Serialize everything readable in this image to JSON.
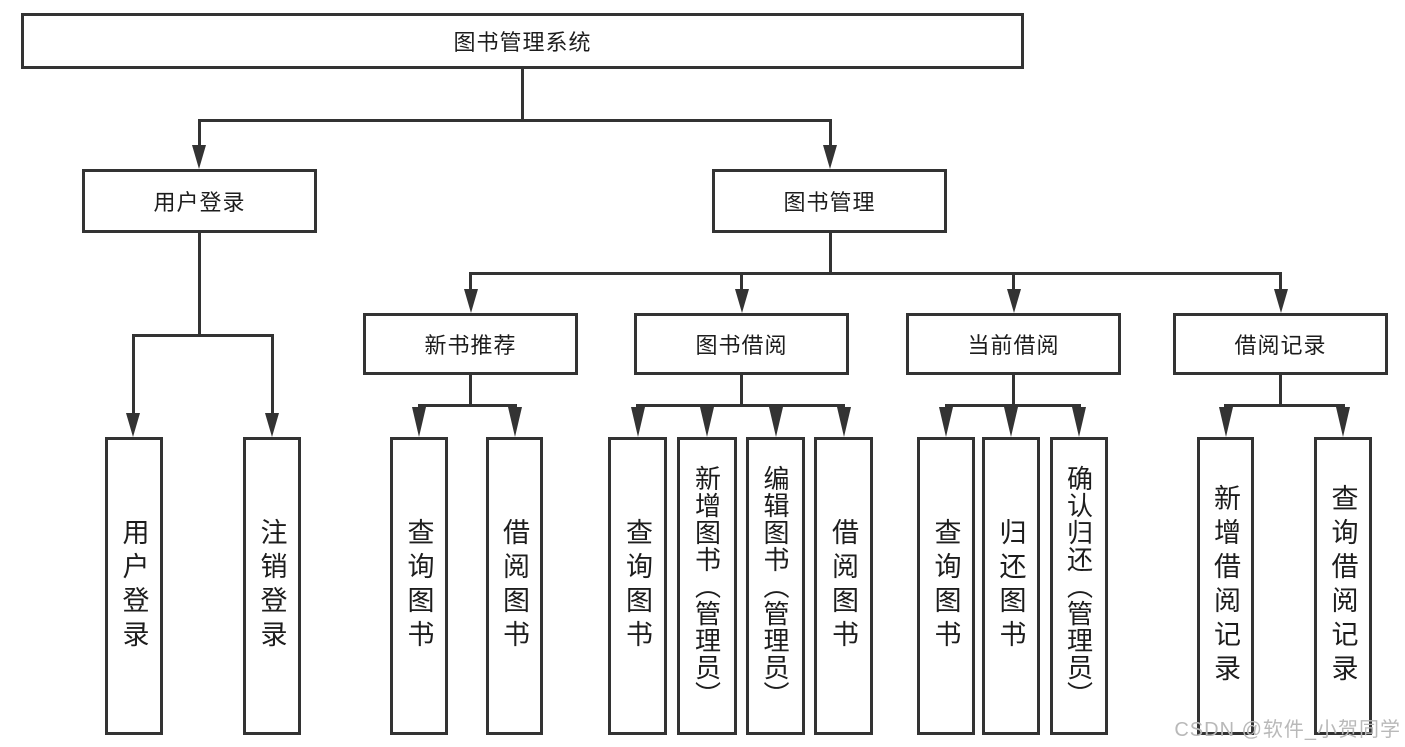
{
  "tree": {
    "root": {
      "label": "图书管理系统",
      "children": [
        {
          "label": "用户登录",
          "children": [
            {
              "label": "用户登录"
            },
            {
              "label": "注销登录"
            }
          ]
        },
        {
          "label": "图书管理",
          "children": [
            {
              "label": "新书推荐",
              "children": [
                {
                  "label": "查询图书"
                },
                {
                  "label": "借阅图书"
                }
              ]
            },
            {
              "label": "图书借阅",
              "children": [
                {
                  "label": "查询图书"
                },
                {
                  "label": "新增图书（管理员）"
                },
                {
                  "label": "编辑图书（管理员）"
                },
                {
                  "label": "借阅图书"
                }
              ]
            },
            {
              "label": "当前借阅",
              "children": [
                {
                  "label": "查询图书"
                },
                {
                  "label": "归还图书"
                },
                {
                  "label": "确认归还（管理员）"
                }
              ]
            },
            {
              "label": "借阅记录",
              "children": [
                {
                  "label": "新增借阅记录"
                },
                {
                  "label": "查询借阅记录"
                }
              ]
            }
          ]
        }
      ]
    }
  },
  "watermark": "CSDN @软件_小贺同学",
  "colors": {
    "line": "#333333",
    "text": "#1d1d1d",
    "watermark": "#b9b9b9",
    "background": "#ffffff"
  }
}
